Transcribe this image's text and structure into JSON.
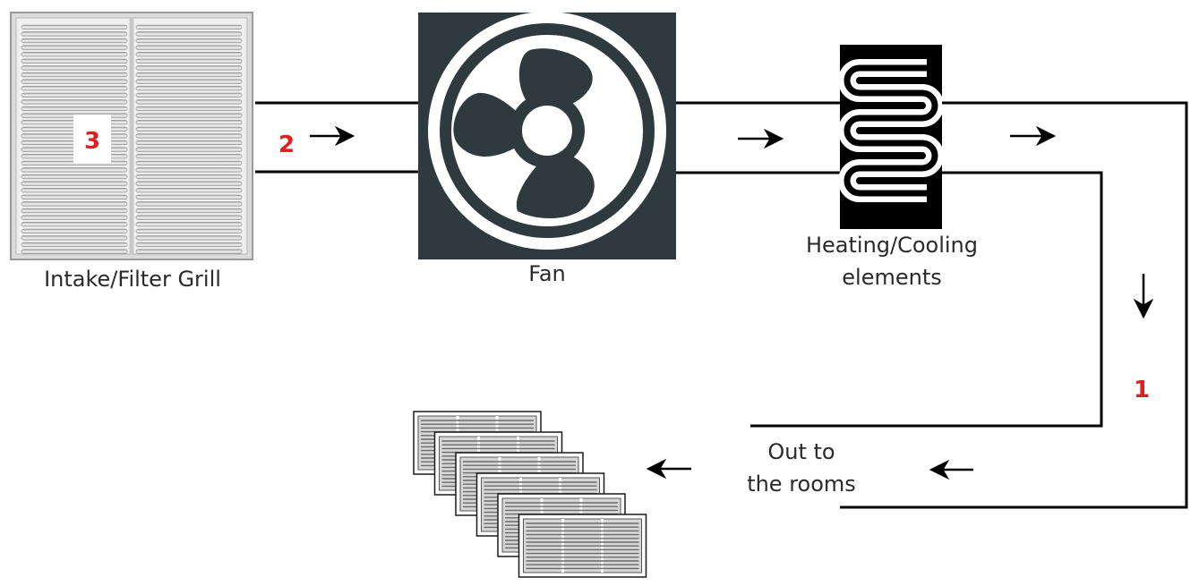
{
  "labels": {
    "intake": "Intake/Filter Grill",
    "fan": "Fan",
    "heating_line1": "Heating/Cooling",
    "heating_line2": "elements",
    "out_line1": "Out to",
    "out_line2": "the rooms"
  },
  "markers": {
    "one": "1",
    "two": "2",
    "three": "3"
  },
  "colors": {
    "duct": "#000000",
    "fan_box": "#2f3a3f",
    "marker": "#e02020",
    "grill_bg": "#e6e6e6",
    "element_box": "#000000"
  },
  "icons": {
    "flow_arrow": "arrow-icon",
    "fan": "fan-icon",
    "coil": "coil-icon",
    "grill": "grill-icon",
    "room_vents": "vent-stack-icon"
  }
}
